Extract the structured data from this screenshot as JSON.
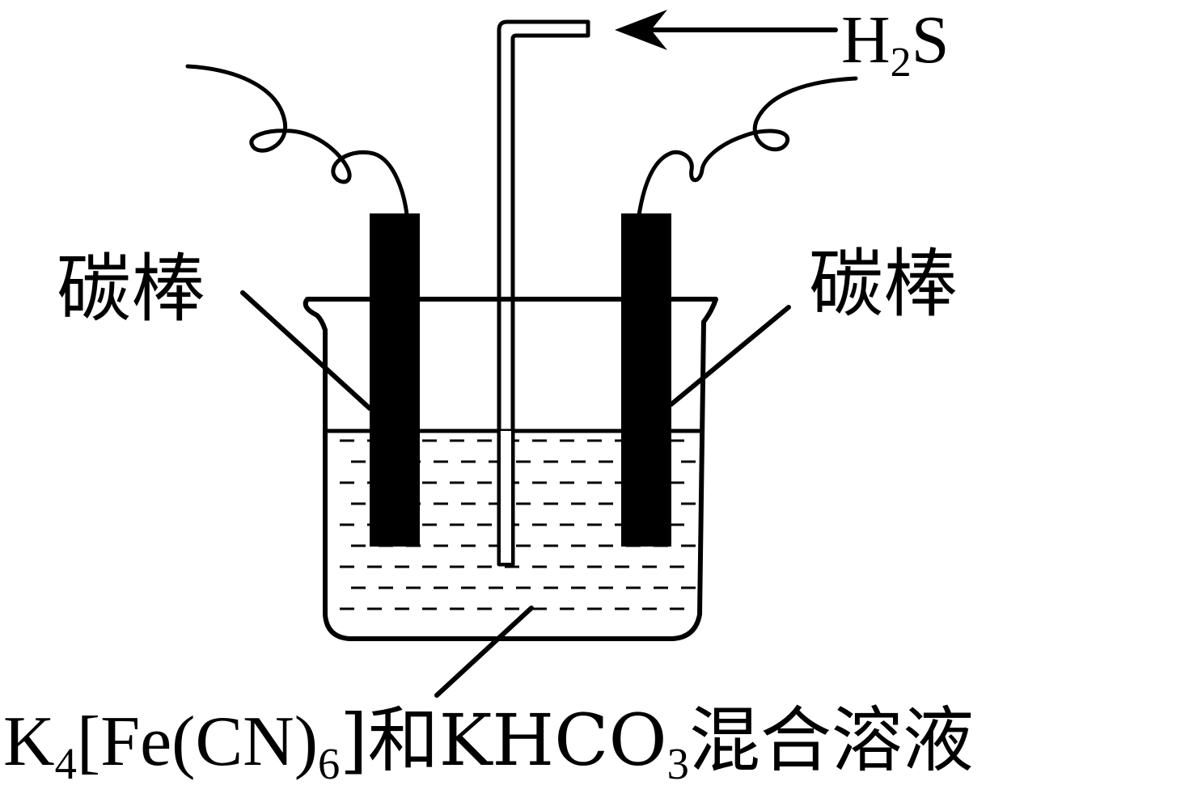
{
  "labels": {
    "gas": {
      "main": "H",
      "sub": "2",
      "tail": "S"
    },
    "left_electrode": "碳棒",
    "right_electrode": "碳棒",
    "solution": {
      "k": "K",
      "k_sub": "4",
      "mid": "[Fe(CN)",
      "mid_sub": "6",
      "tail": "]和KHCO",
      "tail_sub": "3",
      "end": "混合溶液"
    }
  },
  "colors": {
    "ink": "#000000",
    "background": "#ffffff"
  }
}
